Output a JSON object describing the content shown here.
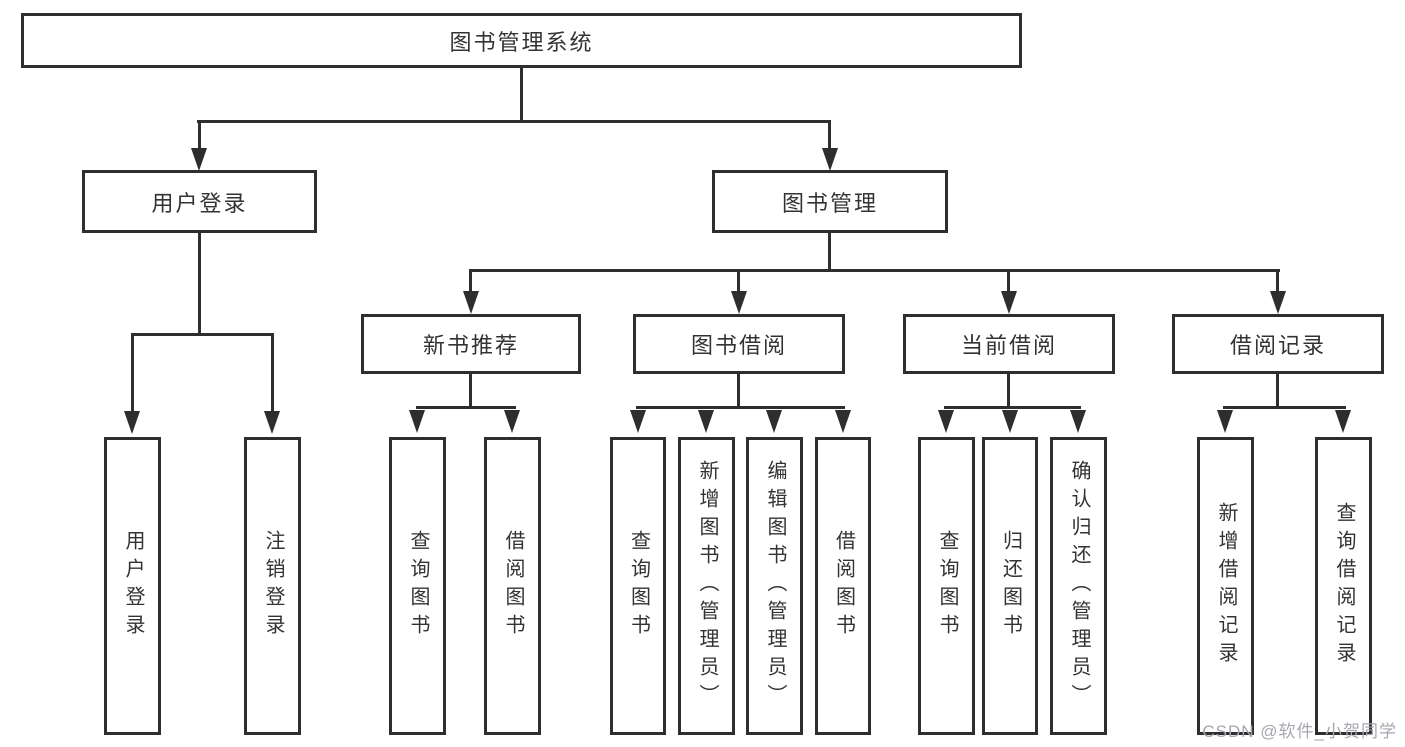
{
  "colors": {
    "line": "#2e2e2e",
    "text": "#333333",
    "watermark": "#a6a6ae",
    "box_background": "#ffffff"
  },
  "diagram": {
    "type": "hierarchy-tree",
    "root": {
      "label": "图书管理系统",
      "children": [
        {
          "label": "用户登录",
          "children": [
            {
              "label": "用户登录"
            },
            {
              "label": "注销登录"
            }
          ]
        },
        {
          "label": "图书管理",
          "children": [
            {
              "label": "新书推荐",
              "children": [
                {
                  "label": "查询图书"
                },
                {
                  "label": "借阅图书"
                }
              ]
            },
            {
              "label": "图书借阅",
              "children": [
                {
                  "label": "查询图书"
                },
                {
                  "label": "新增图书（管理员）"
                },
                {
                  "label": "编辑图书（管理员）"
                },
                {
                  "label": "借阅图书"
                }
              ]
            },
            {
              "label": "当前借阅",
              "children": [
                {
                  "label": "查询图书"
                },
                {
                  "label": "归还图书"
                },
                {
                  "label": "确认归还（管理员）"
                }
              ]
            },
            {
              "label": "借阅记录",
              "children": [
                {
                  "label": "新增借阅记录"
                },
                {
                  "label": "查询借阅记录"
                }
              ]
            }
          ]
        }
      ]
    }
  },
  "watermark": {
    "text": "CSDN @软件_小贺同学"
  }
}
